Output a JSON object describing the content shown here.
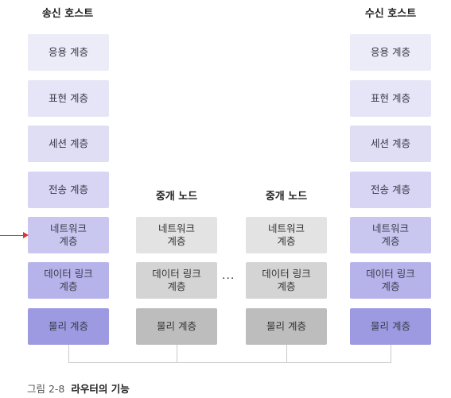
{
  "titles": {
    "sender": "송신 호스트",
    "relay1": "중개 노드",
    "relay2": "중개 노드",
    "receiver": "수신 호스트"
  },
  "layers": {
    "application": "응용 계층",
    "presentation": "표현 계층",
    "session": "세션 계층",
    "transport": "전송 계층",
    "network": "네트워크\n계층",
    "datalink": "데이터 링크\n계층",
    "physical": "물리 계층"
  },
  "ellipsis": "···",
  "caption": {
    "figure": "그림 2-8",
    "title": "라우터의 기능"
  },
  "colors": {
    "application": "#ecebf8",
    "presentation": "#e6e5f7",
    "session": "#dfdef5",
    "transport": "#d7d5f3",
    "network": "#c9c7f0",
    "datalink": "#b6b3ea",
    "physical": "#9e9ae2",
    "relay_light": "#e3e3e3",
    "relay_mid": "#d4d4d4",
    "relay_dark": "#bdbdbd",
    "arrow": "#e03030"
  }
}
